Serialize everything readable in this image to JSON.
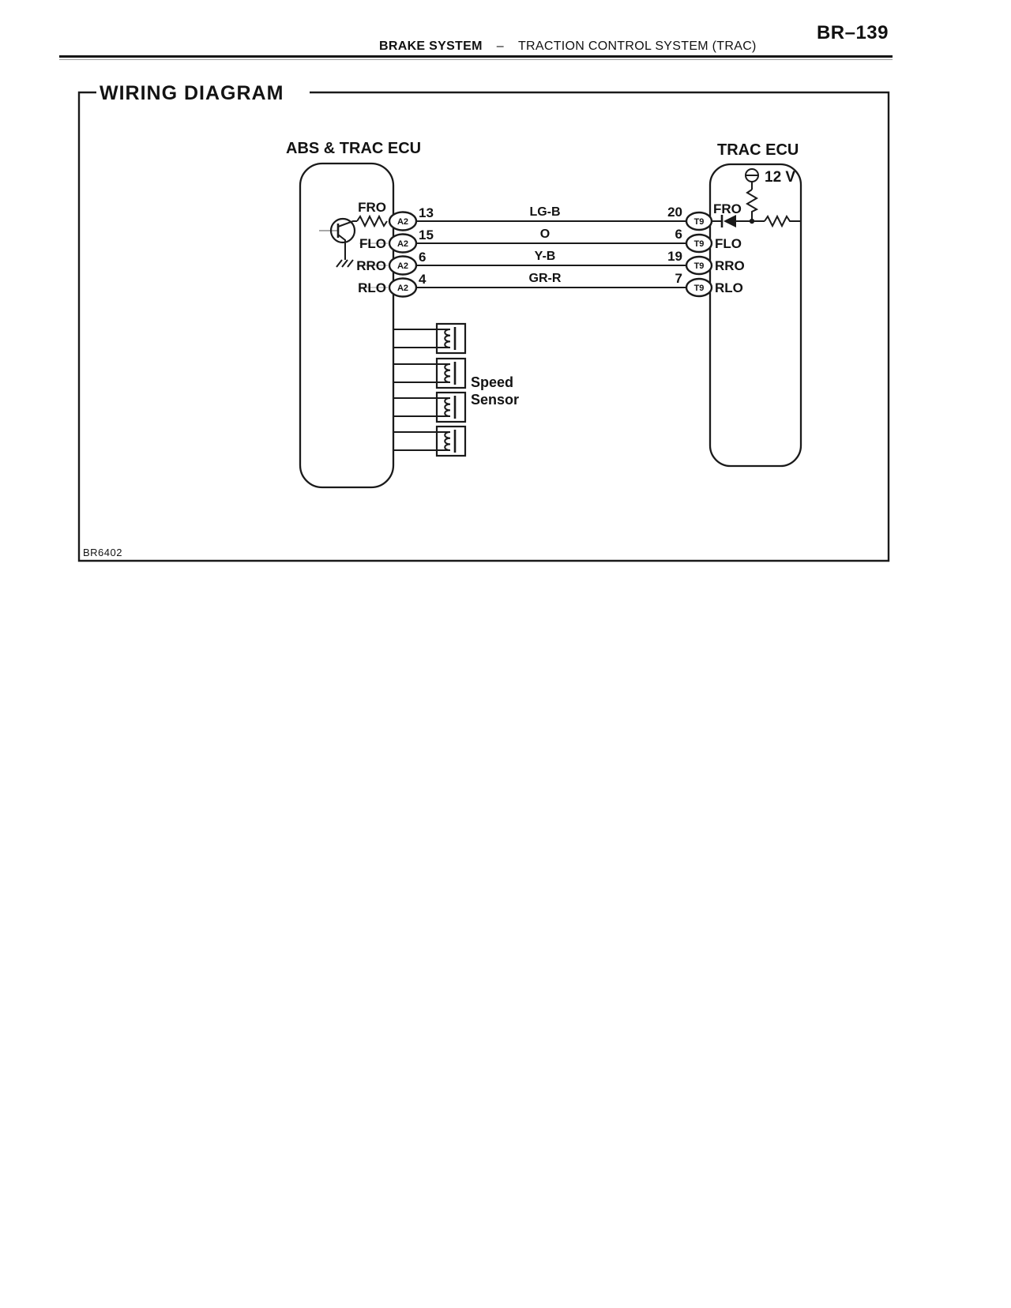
{
  "page": {
    "page_number": "BR–139",
    "header": {
      "section": "BRAKE SYSTEM",
      "separator": "–",
      "subsection": "TRACTION CONTROL SYSTEM (TRAC)"
    },
    "title": "WIRING DIAGRAM",
    "figure_code": "BR6402"
  },
  "diagram": {
    "left_ecu": {
      "title": "ABS & TRAC ECU"
    },
    "right_ecu": {
      "title": "TRAC ECU",
      "supply_voltage": "12 V"
    },
    "speed_sensor": {
      "line1": "Speed",
      "line2": "Sensor"
    },
    "rows": [
      {
        "left_signal": "FRO",
        "left_connector": "A2",
        "left_pin": "13",
        "wire_color": "LG-B",
        "right_pin": "20",
        "right_connector": "T9",
        "right_signal": "FRO"
      },
      {
        "left_signal": "FLO",
        "left_connector": "A2",
        "left_pin": "15",
        "wire_color": "O",
        "right_pin": "6",
        "right_connector": "T9",
        "right_signal": "FLO"
      },
      {
        "left_signal": "RRO",
        "left_connector": "A2",
        "left_pin": "6",
        "wire_color": "Y-B",
        "right_pin": "19",
        "right_connector": "T9",
        "right_signal": "RRO"
      },
      {
        "left_signal": "RLO",
        "left_connector": "A2",
        "left_pin": "4",
        "wire_color": "GR-R",
        "right_pin": "7",
        "right_connector": "T9",
        "right_signal": "RLO"
      }
    ]
  }
}
